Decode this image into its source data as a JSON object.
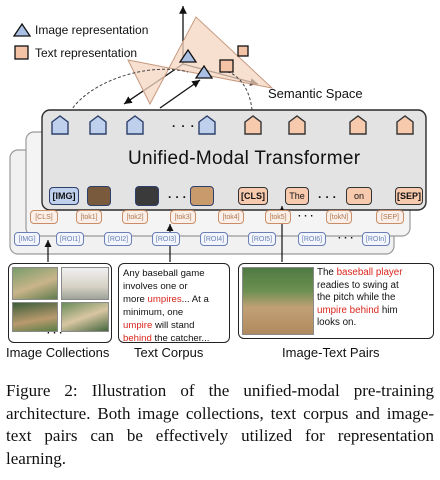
{
  "legend": {
    "image_label": "Image representation",
    "text_label": "Text representation"
  },
  "semantic_space_label": "Semantic Space",
  "transformer_title": "Unified-Modal Transformer",
  "ellipsis": "· · ·",
  "input_tokens": {
    "img": "[IMG]",
    "cls": "[CLS]",
    "the": "The",
    "on": "on",
    "sep": "[SEP]"
  },
  "text_layer_tokens": [
    "[CLS]",
    "[tok1]",
    "[tok2]",
    "[tok3]",
    "[tok4]",
    "[tok5]",
    "[tokN]",
    "[SEP]"
  ],
  "image_layer_tokens": [
    "[IMG]",
    "[ROI1]",
    "[ROI2]",
    "[ROI3]",
    "[ROI4]",
    "[ROI5]",
    "[ROI6]",
    "[ROIn]"
  ],
  "corpus_lines": [
    [
      {
        "t": "Any baseball game",
        "red": false
      }
    ],
    [
      {
        "t": "involves one or",
        "red": false
      }
    ],
    [
      {
        "t": "more ",
        "red": false
      },
      {
        "t": "umpires",
        "red": true
      },
      {
        "t": "... At a",
        "red": false
      }
    ],
    [
      {
        "t": "minimum, one",
        "red": false
      }
    ],
    [
      {
        "t": "umpire",
        "red": true
      },
      {
        "t": " will stand",
        "red": false
      }
    ],
    [
      {
        "t": "behind",
        "red": true
      },
      {
        "t": " the catcher...",
        "red": false
      }
    ]
  ],
  "pair_lines": [
    [
      {
        "t": "The ",
        "red": false
      },
      {
        "t": "baseball player",
        "red": true
      }
    ],
    [
      {
        "t": "readies to swing at",
        "red": false
      }
    ],
    [
      {
        "t": "the pitch while the",
        "red": false
      }
    ],
    [
      {
        "t": "umpire behind",
        "red": true
      },
      {
        "t": " him",
        "red": false
      }
    ],
    [
      {
        "t": "looks on.",
        "red": false
      }
    ]
  ],
  "bottom_labels": {
    "image_collections": "Image Collections",
    "text_corpus": "Text Corpus",
    "image_text_pairs": "Image-Text Pairs"
  },
  "caption": "Figure 2: Illustration of the unified-modal pre-training architecture. Both image collections, text corpus and image-text pairs can be effectively utilized for representation learning.",
  "colors": {
    "image_token_fill": "#bfd0ec",
    "text_token_fill": "#f7c9ad",
    "highlight_red": "#d9261c"
  }
}
